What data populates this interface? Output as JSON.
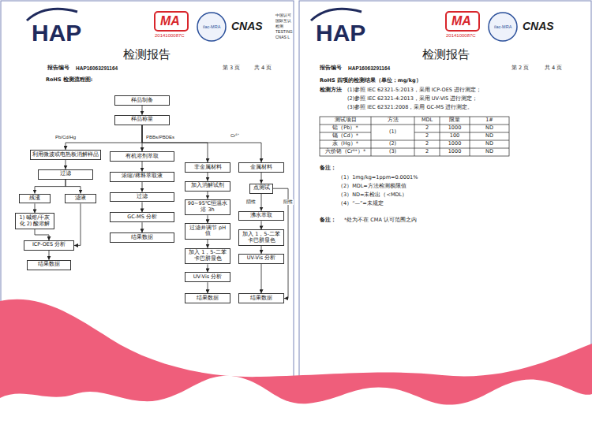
{
  "diagram": {
    "nodes": [
      {
        "text": [
          "样品制备"
        ]
      },
      {
        "text": [
          "样品称量"
        ]
      },
      {
        "text": [
          "利用微波或电热板消解样品"
        ]
      },
      {
        "text": [
          "过滤"
        ]
      },
      {
        "text": [
          "残渣"
        ]
      },
      {
        "text": [
          "滤液"
        ]
      },
      {
        "text": [
          "1) 碱熔/干灰化 2) 酸溶解"
        ]
      },
      {
        "text": [
          "ICP-OES 分析"
        ]
      },
      {
        "text": [
          "结果数据"
        ]
      },
      {
        "text": [
          "有机溶剂萃取"
        ]
      },
      {
        "text": [
          "浓缩/稀释萃取液"
        ]
      },
      {
        "text": [
          "过滤"
        ]
      },
      {
        "text": [
          "GC-MS 分析"
        ]
      },
      {
        "text": [
          "结果数据"
        ]
      },
      {
        "text": [
          "非金属材料"
        ]
      },
      {
        "text": [
          "金属材料"
        ]
      },
      {
        "text": [
          "加入消解试剂"
        ]
      },
      {
        "text": [
          "90~95℃恒温水浴 3h"
        ]
      },
      {
        "text": [
          "过滤并调节 pH 值"
        ]
      },
      {
        "text": [
          "加入 1，5-二苯卡巴肼显色"
        ]
      },
      {
        "text": [
          "UV-Vis 分析"
        ]
      },
      {
        "text": [
          "结果数据"
        ]
      },
      {
        "text": [
          "点测试"
        ]
      },
      {
        "text": [
          "沸水萃取"
        ]
      },
      {
        "text": [
          "加入 1，5-二苯卡巴肼显色"
        ]
      },
      {
        "text": [
          "UV-Vis 分析"
        ]
      },
      {
        "text": [
          "结果数据"
        ]
      }
    ],
    "edges": [
      {
        "from": 0,
        "to": 1,
        "arrow": "to"
      },
      {
        "from": 1,
        "to": 2,
        "arrow": "to"
      },
      {
        "from": 1,
        "to": 9,
        "arrow": "to"
      },
      {
        "from": 1,
        "to": 14,
        "arrow": "to"
      },
      {
        "from": 1,
        "to": 15,
        "arrow": "to"
      },
      {
        "from": 2,
        "to": 3,
        "arrow": "to"
      },
      {
        "from": 3,
        "to": 4,
        "arrow": "to"
      },
      {
        "from": 3,
        "to": 5,
        "arrow": "to"
      },
      {
        "from": 4,
        "to": 6,
        "arrow": "to"
      },
      {
        "from": 6,
        "to": 7,
        "arrow": "to"
      },
      {
        "from": 5,
        "to": 7,
        "arrow": "to"
      },
      {
        "from": 7,
        "to": 8,
        "arrow": "to"
      },
      {
        "from": 9,
        "to": 10,
        "arrow": "to"
      },
      {
        "from": 10,
        "to": 11,
        "arrow": "to"
      },
      {
        "from": 11,
        "to": 12,
        "arrow": "to"
      },
      {
        "from": 12,
        "to": 13,
        "arrow": "to"
      },
      {
        "from": 14,
        "to": 16,
        "arrow": "to"
      },
      {
        "from": 16,
        "to": 17,
        "arrow": "to"
      },
      {
        "from": 17,
        "to": 18,
        "arrow": "to"
      },
      {
        "from": 18,
        "to": 19,
        "arrow": "to"
      },
      {
        "from": 19,
        "to": 20,
        "arrow": "to"
      },
      {
        "from": 20,
        "to": 21,
        "arrow": "to"
      },
      {
        "from": 15,
        "to": 22,
        "arrow": "to"
      },
      {
        "from": 22,
        "to": 23,
        "label": "阴性",
        "arrow": "to"
      },
      {
        "from": 23,
        "to": 24,
        "arrow": "to"
      },
      {
        "from": 24,
        "to": 25,
        "arrow": "to"
      },
      {
        "from": 25,
        "to": 26,
        "arrow": "to"
      },
      {
        "from": 22,
        "to": 26,
        "label": "阳性",
        "arrow": "to"
      }
    ],
    "labels": [
      "HAP",
      "MA",
      "2014100087C",
      "ilac-MRA",
      "CNAS",
      "中国认可",
      "国际互认",
      "检测",
      "TESTING",
      "CNAS L",
      "检测报告",
      "报告编号",
      "HAP16063291164",
      "第 3 页",
      "共 4 页",
      "RoHS 检测流程图:",
      "Pb/Cd/Hg",
      "PBBs/PBDEs",
      "Cr⁶⁺",
      "HAP",
      "MA",
      "2014100087C",
      "ilac-MRA",
      "CNAS",
      "检测报告",
      "报告编号",
      "HAP16063291164",
      "第 2 页",
      "共 4 页",
      "RoHS 四项的检测结果（单位：mg/kg）",
      "检测方法",
      "(1)参照 IEC 62321-5:2013，采用 ICP-OES 进行测定；",
      "(2)参照 IEC 62321-4:2013，采用 UV-VIS 进行测定；",
      "(3)参照 IEC 62321:2008，采用 GC-MS 进行测定。",
      "测试项目",
      "方法",
      "MDL",
      "限量",
      "1#",
      "铅（Pb）*",
      "(1)",
      "2",
      "1000",
      "ND",
      "镉（Cd）*",
      "2",
      "100",
      "ND",
      "汞（Hg）*",
      "(2)",
      "2",
      "1000",
      "ND",
      "六价铬（Cr⁶⁺）*",
      "(3)",
      "2",
      "1000",
      "ND",
      "备注：",
      "（1）1mg/kg=1ppm=0.0001%",
      "（2）MDL=方法检测极限值",
      "（3）ND=未检出（<MDL）",
      "（4）“—”=未规定",
      "备注：",
      "*处为不在 CMA 认可范围之内"
    ]
  }
}
